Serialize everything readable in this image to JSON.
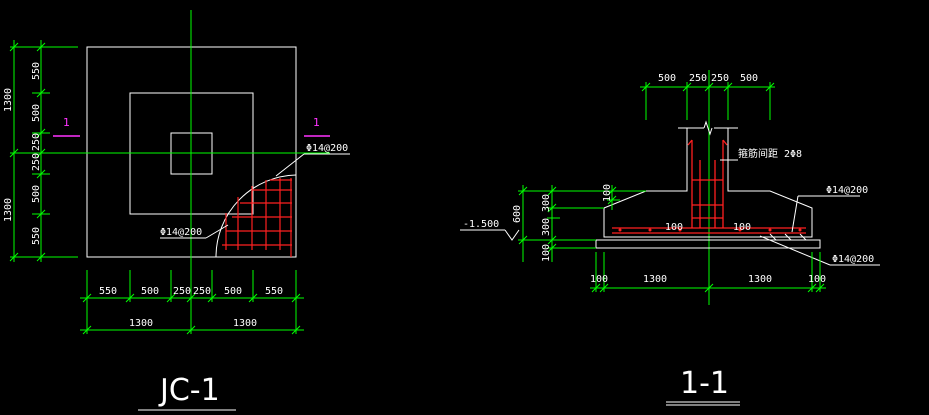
{
  "colors": {
    "background": "#000000",
    "outline": "#ffffff",
    "dimension": "#00ff00",
    "rebar": "#ff2020",
    "section_mark": "#ff33ff",
    "text": "#ffffff"
  },
  "plan": {
    "title": "JC-1",
    "section_mark_left": "1",
    "section_mark_right": "1",
    "rebar_label_top": "Φ14@200",
    "rebar_label_mid": "Φ14@200",
    "vertical_dims": [
      "550",
      "500",
      "250",
      "250",
      "500",
      "550"
    ],
    "vertical_totals": [
      "1300",
      "1300"
    ],
    "horizontal_dims": [
      "550",
      "500",
      "250",
      "250",
      "500",
      "550"
    ],
    "horizontal_totals": [
      "1300",
      "1300"
    ]
  },
  "section": {
    "title": "1-1",
    "top_dims": [
      "500",
      "250",
      "250",
      "500"
    ],
    "bottom_dims": [
      "100",
      "1300",
      "1300",
      "100"
    ],
    "left_dims": [
      "100",
      "300",
      "300",
      "600",
      "100"
    ],
    "elevation": "-1.500",
    "inner_left": "100",
    "inner_right": "100",
    "stirrup_label": "箍筋间距 2Φ8",
    "rebar_label_top": "Φ14@200",
    "rebar_label_bottom": "Φ14@200"
  }
}
